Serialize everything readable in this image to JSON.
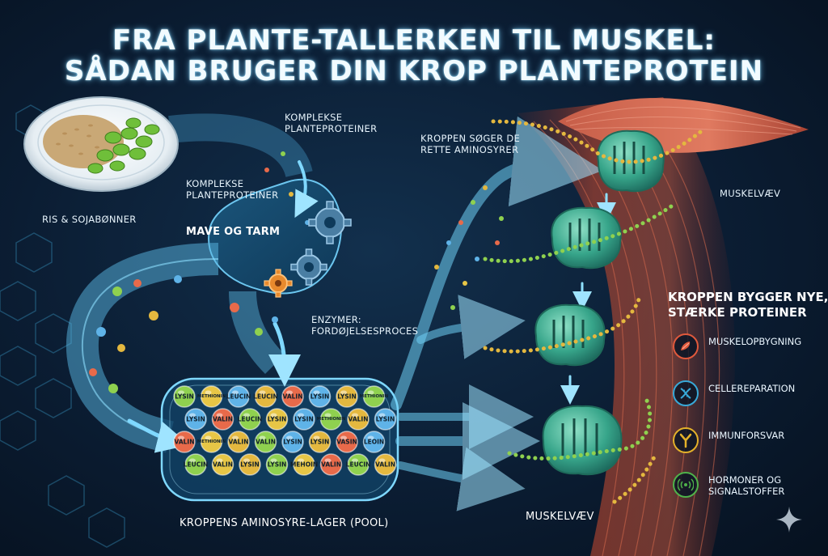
{
  "title": {
    "line1": "FRA PLANTE-TALLERKEN TIL MUSKEL:",
    "line2": "SÅDAN BRUGER DIN KROP PLANTEPROTEIN"
  },
  "labels": {
    "plate": "RIS & SOJABØNNER",
    "complex_top_1": "KOMPLEKSE",
    "complex_top_2": "PLANTEPROTEINER",
    "complex_mid_1": "KOMPLEKSE",
    "complex_mid_2": "PLANTEPROTEINER",
    "stomach": "MAVE OG TARM",
    "enzymes_1": "ENZYMER:",
    "enzymes_2": "FORDØJELSESPROCES",
    "seek_1": "KROPPEN SØGER DE",
    "seek_2": "RETTE AMINOSYRER",
    "pool": "KROPPENS AMINOSYRE-LAGER (POOL)",
    "muscle_top": "MUSKELVÆV",
    "muscle_bottom": "MUSKELVÆV"
  },
  "build": {
    "heading_1": "KROPPEN BYGGER NYE,",
    "heading_2": "STÆRKE PROTEINER",
    "roles": [
      {
        "line1": "MUSKELOPBYGNING",
        "line2": "",
        "icon": "muscle-icon",
        "color": "#e0593c"
      },
      {
        "line1": "CELLEREPARATION",
        "line2": "",
        "icon": "dna-icon",
        "color": "#38a9d8"
      },
      {
        "line1": "IMMUNFORSVAR",
        "line2": "",
        "icon": "antibody-icon",
        "color": "#e3b12a"
      },
      {
        "line1": "HORMONER OG",
        "line2": "SIGNALSTOFFER",
        "icon": "signal-icon",
        "color": "#4fb24a"
      }
    ]
  },
  "amino_acids": [
    {
      "name": "LYSIN",
      "color": "#8fd14f"
    },
    {
      "name": "METHIONIN",
      "color": "#e7c646"
    },
    {
      "name": "LEUCIN",
      "color": "#5fb3e8"
    },
    {
      "name": "LEUCIN",
      "color": "#e4b83f"
    },
    {
      "name": "VALIN",
      "color": "#e86a4a"
    },
    {
      "name": "LYSIN",
      "color": "#5fb3e8"
    },
    {
      "name": "LYSIN",
      "color": "#e4b83f"
    },
    {
      "name": "METHIONIN",
      "color": "#8fd14f"
    },
    {
      "name": "LYSIN",
      "color": "#5fb3e8"
    },
    {
      "name": "VALIN",
      "color": "#e86a4a"
    },
    {
      "name": "LEUCIN",
      "color": "#8fd14f"
    },
    {
      "name": "LYSIN",
      "color": "#e7c646"
    },
    {
      "name": "LYSIN",
      "color": "#5fb3e8"
    },
    {
      "name": "METHIONIN",
      "color": "#8fd14f"
    },
    {
      "name": "VALIN",
      "color": "#e4b83f"
    },
    {
      "name": "LYSIN",
      "color": "#5fb3e8"
    },
    {
      "name": "VALIN",
      "color": "#e86a4a"
    },
    {
      "name": "METHIONIN",
      "color": "#e7c646"
    },
    {
      "name": "VALIN",
      "color": "#e4b83f"
    },
    {
      "name": "VALIN",
      "color": "#8fd14f"
    },
    {
      "name": "LYSIN",
      "color": "#5fb3e8"
    },
    {
      "name": "LYSIN",
      "color": "#e4b83f"
    },
    {
      "name": "VASIN",
      "color": "#e86a4a"
    },
    {
      "name": "LEOIN",
      "color": "#5fb3e8"
    },
    {
      "name": "LEUCIN",
      "color": "#8fd14f"
    },
    {
      "name": "VALIN",
      "color": "#e7c646"
    },
    {
      "name": "LYSIN",
      "color": "#e4b83f"
    },
    {
      "name": "LYSIN",
      "color": "#8fd14f"
    },
    {
      "name": "MEHOIN",
      "color": "#e7c646"
    },
    {
      "name": "VALIN",
      "color": "#e86a4a"
    },
    {
      "name": "LEUCIN",
      "color": "#8fd14f"
    },
    {
      "name": "VALIN",
      "color": "#e4b83f"
    }
  ],
  "colors": {
    "flow": "#7fd8ff",
    "muscle": "#c9553a",
    "protein": "#3aa889",
    "stomach": "#5ba8d4"
  }
}
